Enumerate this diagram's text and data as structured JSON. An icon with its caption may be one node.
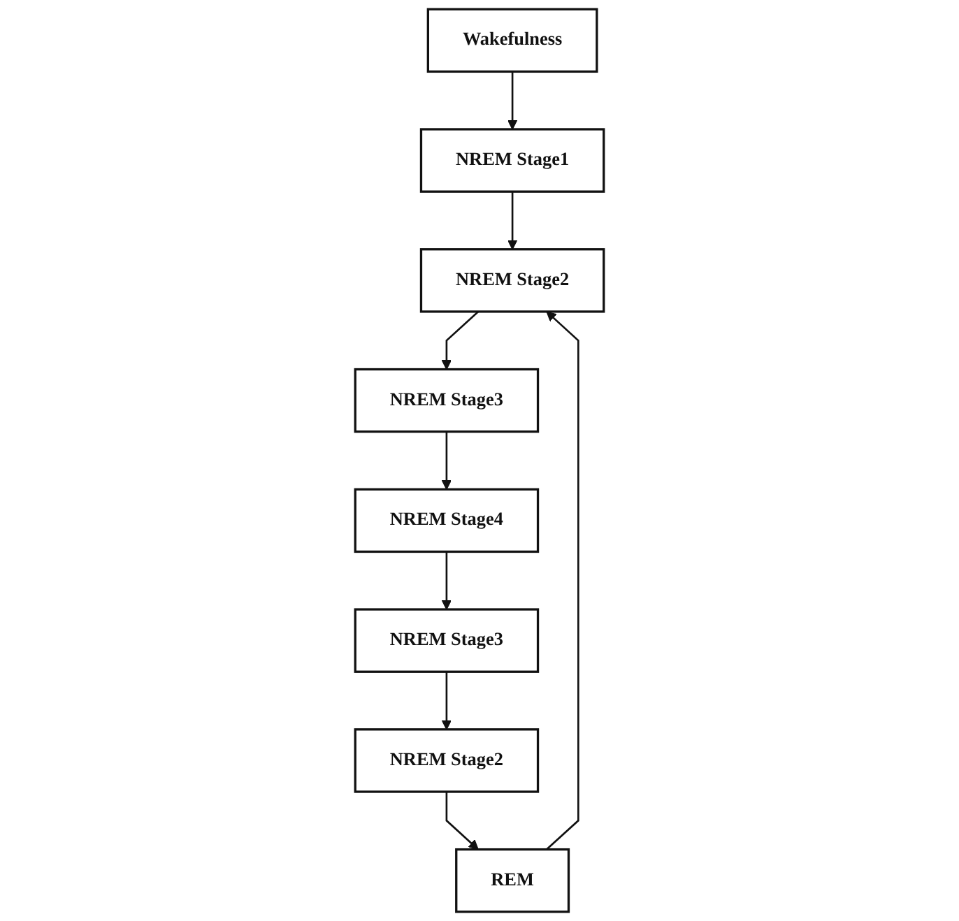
{
  "diagram": {
    "nodes": [
      {
        "text": [
          "Wakefulness"
        ]
      },
      {
        "text": [
          "NREM Stage1"
        ]
      },
      {
        "text": [
          "NREM Stage2"
        ]
      },
      {
        "text": [
          "NREM Stage3"
        ]
      },
      {
        "text": [
          "NREM Stage4"
        ]
      },
      {
        "text": [
          "NREM Stage3"
        ]
      },
      {
        "text": [
          "NREM Stage2"
        ]
      },
      {
        "text": [
          "REM"
        ]
      }
    ],
    "edges": [
      {
        "from": 0,
        "to": 1,
        "arrow": "to"
      },
      {
        "from": 1,
        "to": 2,
        "arrow": "to"
      },
      {
        "from": 2,
        "to": 3,
        "arrow": "to"
      },
      {
        "from": 3,
        "to": 4,
        "arrow": "to"
      },
      {
        "from": 4,
        "to": 5,
        "arrow": "to"
      },
      {
        "from": 5,
        "to": 6,
        "arrow": "to"
      },
      {
        "from": 6,
        "to": 7,
        "arrow": "to"
      },
      {
        "from": 7,
        "to": 2,
        "arrow": "to"
      }
    ]
  }
}
